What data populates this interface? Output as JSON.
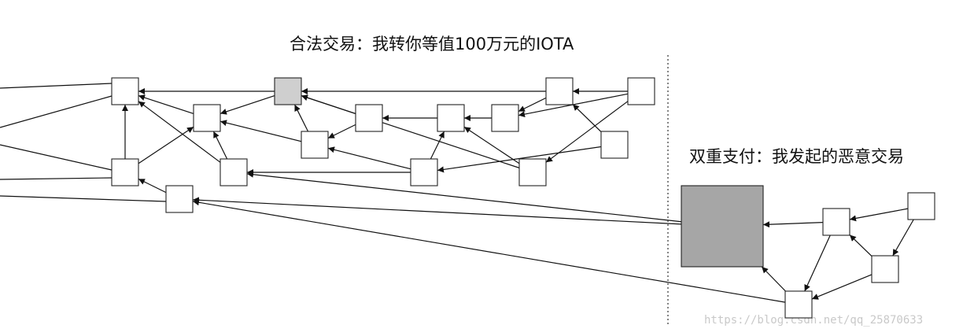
{
  "labels": {
    "legit_title": "合法交易：我转你等值100万元的IOTA",
    "attack_title": "双重支付：我发起的恶意交易",
    "watermark": "https://blog.csdn.net/qq_25870633"
  },
  "colors": {
    "box_fill": "#ffffff",
    "box_stroke": "#222222",
    "highlight_fill": "#cfcfcf",
    "malicious_fill": "#a6a6a6",
    "edge": "#111111",
    "divider": "#333333"
  }
}
